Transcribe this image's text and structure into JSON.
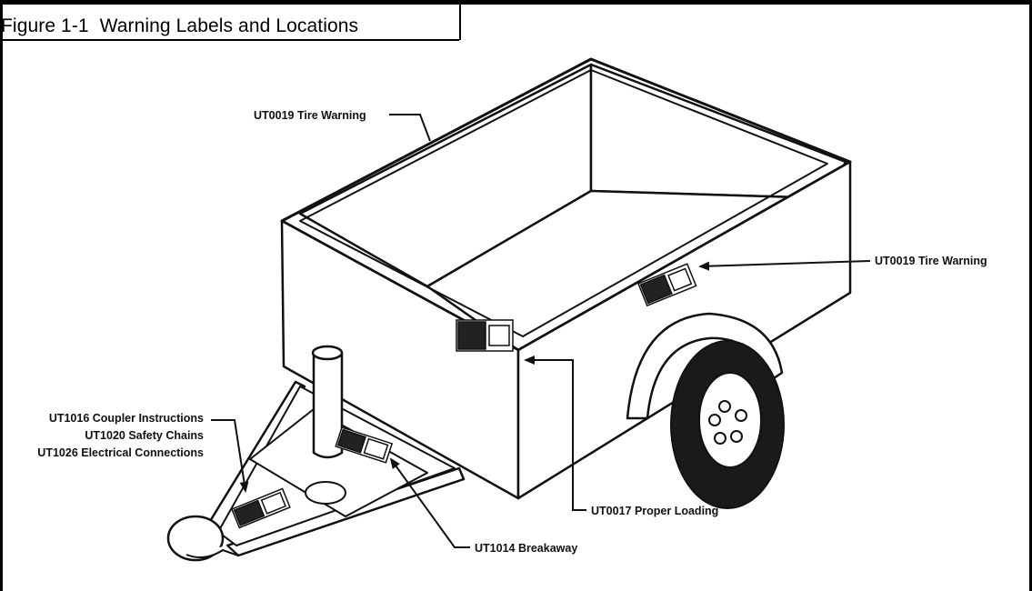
{
  "figure": {
    "caption": "Figure 1-1  Warning Labels and Locations"
  },
  "callouts": {
    "tire_warning_top": "UT0019 Tire Warning",
    "tire_warning_side": "UT0019 Tire Warning",
    "coupler_instructions": "UT1016 Coupler Instructions",
    "safety_chains": "UT1020 Safety Chains",
    "electrical_connections": "UT1026 Electrical Connections",
    "proper_loading": "UT0017 Proper Loading",
    "breakaway": "UT1014 Breakaway"
  }
}
